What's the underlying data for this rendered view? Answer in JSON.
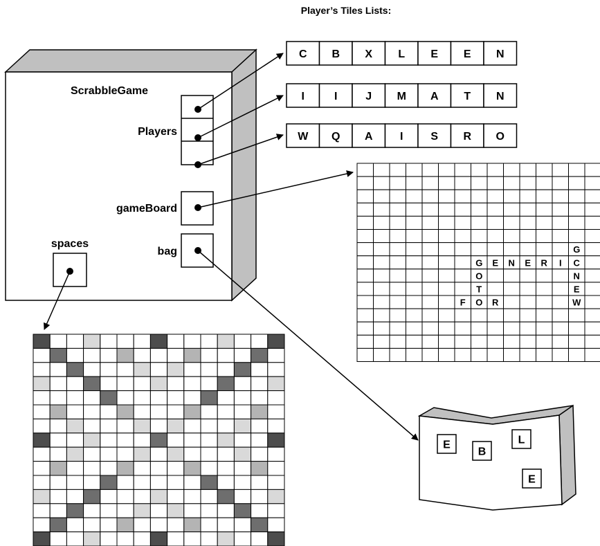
{
  "header": {
    "title": "Player’s Tiles Lists:"
  },
  "scrabble_game": {
    "title": "ScrabbleGame",
    "players_label": "Players",
    "gameboard_label": "gameBoard",
    "bag_label": "bag",
    "spaces_label": "spaces"
  },
  "tile_lists": [
    [
      "C",
      "B",
      "X",
      "L",
      "E",
      "E",
      "N"
    ],
    [
      "I",
      "I",
      "J",
      "M",
      "A",
      "T",
      "N"
    ],
    [
      "W",
      "Q",
      "A",
      "I",
      "S",
      "R",
      "O"
    ]
  ],
  "game_board": {
    "size": 15,
    "letters": [
      {
        "row": 6,
        "col": 13,
        "ch": "G"
      },
      {
        "row": 7,
        "col": 7,
        "ch": "G"
      },
      {
        "row": 7,
        "col": 8,
        "ch": "E"
      },
      {
        "row": 7,
        "col": 9,
        "ch": "N"
      },
      {
        "row": 7,
        "col": 10,
        "ch": "E"
      },
      {
        "row": 7,
        "col": 11,
        "ch": "R"
      },
      {
        "row": 7,
        "col": 12,
        "ch": "I"
      },
      {
        "row": 7,
        "col": 13,
        "ch": "C"
      },
      {
        "row": 8,
        "col": 7,
        "ch": "O"
      },
      {
        "row": 8,
        "col": 13,
        "ch": "N"
      },
      {
        "row": 9,
        "col": 7,
        "ch": "T"
      },
      {
        "row": 9,
        "col": 13,
        "ch": "E"
      },
      {
        "row": 10,
        "col": 6,
        "ch": "F"
      },
      {
        "row": 10,
        "col": 7,
        "ch": "O"
      },
      {
        "row": 10,
        "col": 8,
        "ch": "R"
      },
      {
        "row": 10,
        "col": 13,
        "ch": "W"
      }
    ]
  },
  "bag": {
    "tiles": [
      "E",
      "B",
      "L",
      "E"
    ]
  },
  "colors": {
    "dark": "#6e6e6e",
    "medium": "#b4b4b4",
    "light": "#d9d9d9",
    "outline": "#000000",
    "shade": "#c0c0c0"
  }
}
